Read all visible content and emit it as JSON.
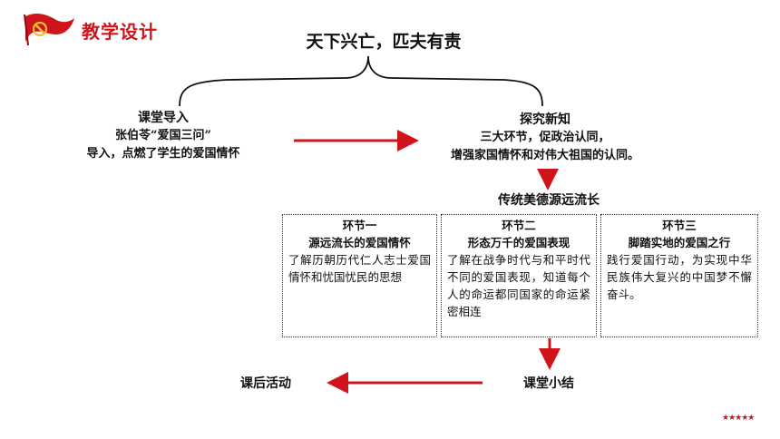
{
  "header": {
    "title": "教学设计"
  },
  "main_title": "天下兴亡，匹夫有责",
  "nodes": {
    "intro": {
      "heading": "课堂导入",
      "line1": "张伯苓“爱国三问”",
      "line2": "导入，点燃了学生的爱国情怀"
    },
    "explore": {
      "heading": "探究新知",
      "line1": "三大环节，促政治认同，",
      "line2": "增强家国情怀和对伟大祖国的认同。"
    },
    "tradition": "传统美德源远流长",
    "summary": "课堂小结",
    "after_class": "课后活动"
  },
  "stages": [
    {
      "title": "环节一",
      "subtitle": "源远流长的爱国情怀",
      "desc": "了解历朝历代仁人志士爱国情怀和忧国忧民的思想"
    },
    {
      "title": "环节二",
      "subtitle": "形态万千的爱国表现",
      "desc": "了解在战争时代与和平时代不同的爱国表现，知道每个人的命运都同国家的命运紧密相连"
    },
    {
      "title": "环节三",
      "subtitle": "脚踏实地的爱国之行",
      "desc": "践行爱国行动，为实现中华民族伟大复兴的中国梦不懈奋斗。"
    }
  ],
  "footer": {
    "stars": "★★★★★"
  },
  "colors": {
    "accent": "#d0141c",
    "text": "#111111"
  }
}
